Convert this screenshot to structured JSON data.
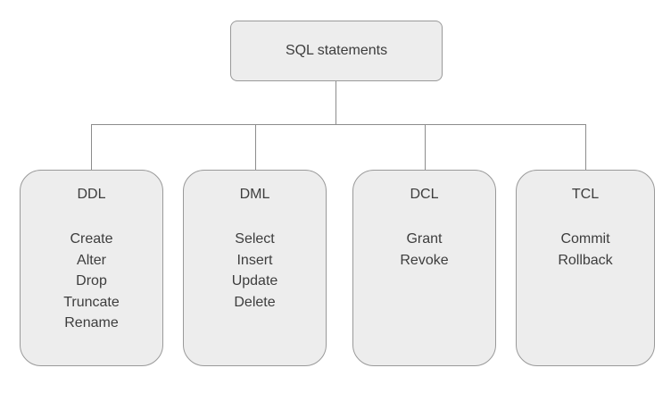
{
  "diagram": {
    "colors": {
      "box_fill": "#ededed",
      "box_border": "#999999",
      "connector_line": "#8c8c8c",
      "text": "#3d3d3d",
      "background": "#ffffff"
    },
    "root": {
      "label": "SQL statements"
    },
    "nodes": [
      {
        "label": "DDL",
        "items": [
          "Create",
          "Alter",
          "Drop",
          "Truncate",
          "Rename"
        ]
      },
      {
        "label": "DML",
        "items": [
          "Select",
          "Insert",
          "Update",
          "Delete"
        ]
      },
      {
        "label": "DCL",
        "items": [
          "Grant",
          "Revoke"
        ]
      },
      {
        "label": "TCL",
        "items": [
          "Commit",
          "Rollback"
        ]
      }
    ]
  }
}
